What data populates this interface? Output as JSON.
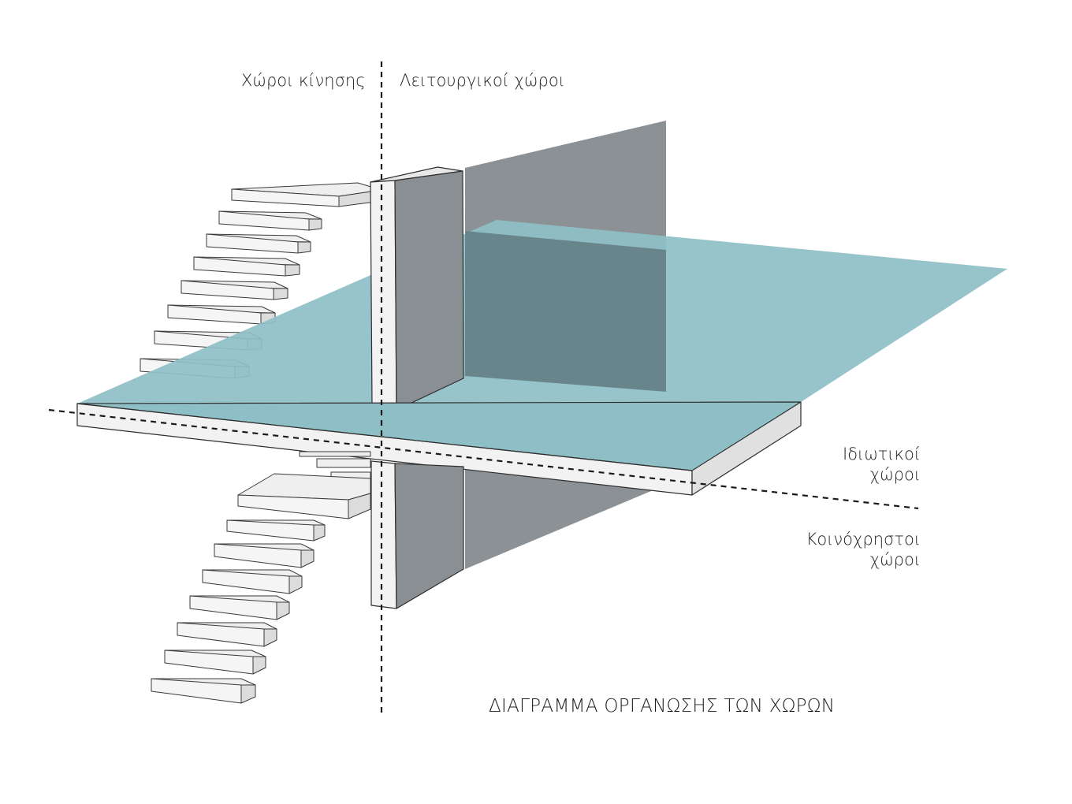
{
  "labels": {
    "circulation": "Χώροι κίνησης",
    "functional": "Λειτουργικοί χώροι",
    "private_1": "Ιδιωτικοί",
    "private_2": "χώροι",
    "common_1": "Κοινόχρηστοι",
    "common_2": "χώροι",
    "title": "ΔΙΑΓΡΑΜΜΑ ΟΡΓΑΝΩΣΗΣ ΤΩΝ ΧΩΡΩΝ"
  },
  "colors": {
    "floor_plane": "#8fbfc6",
    "wall_plane": "#8c9196",
    "wall_block_front": "#8a8f93",
    "slab_edge": "#f2f2f2",
    "stair_tread": "#ededed",
    "outline": "#3a3a3a",
    "axis_line": "#1a1a1a"
  }
}
